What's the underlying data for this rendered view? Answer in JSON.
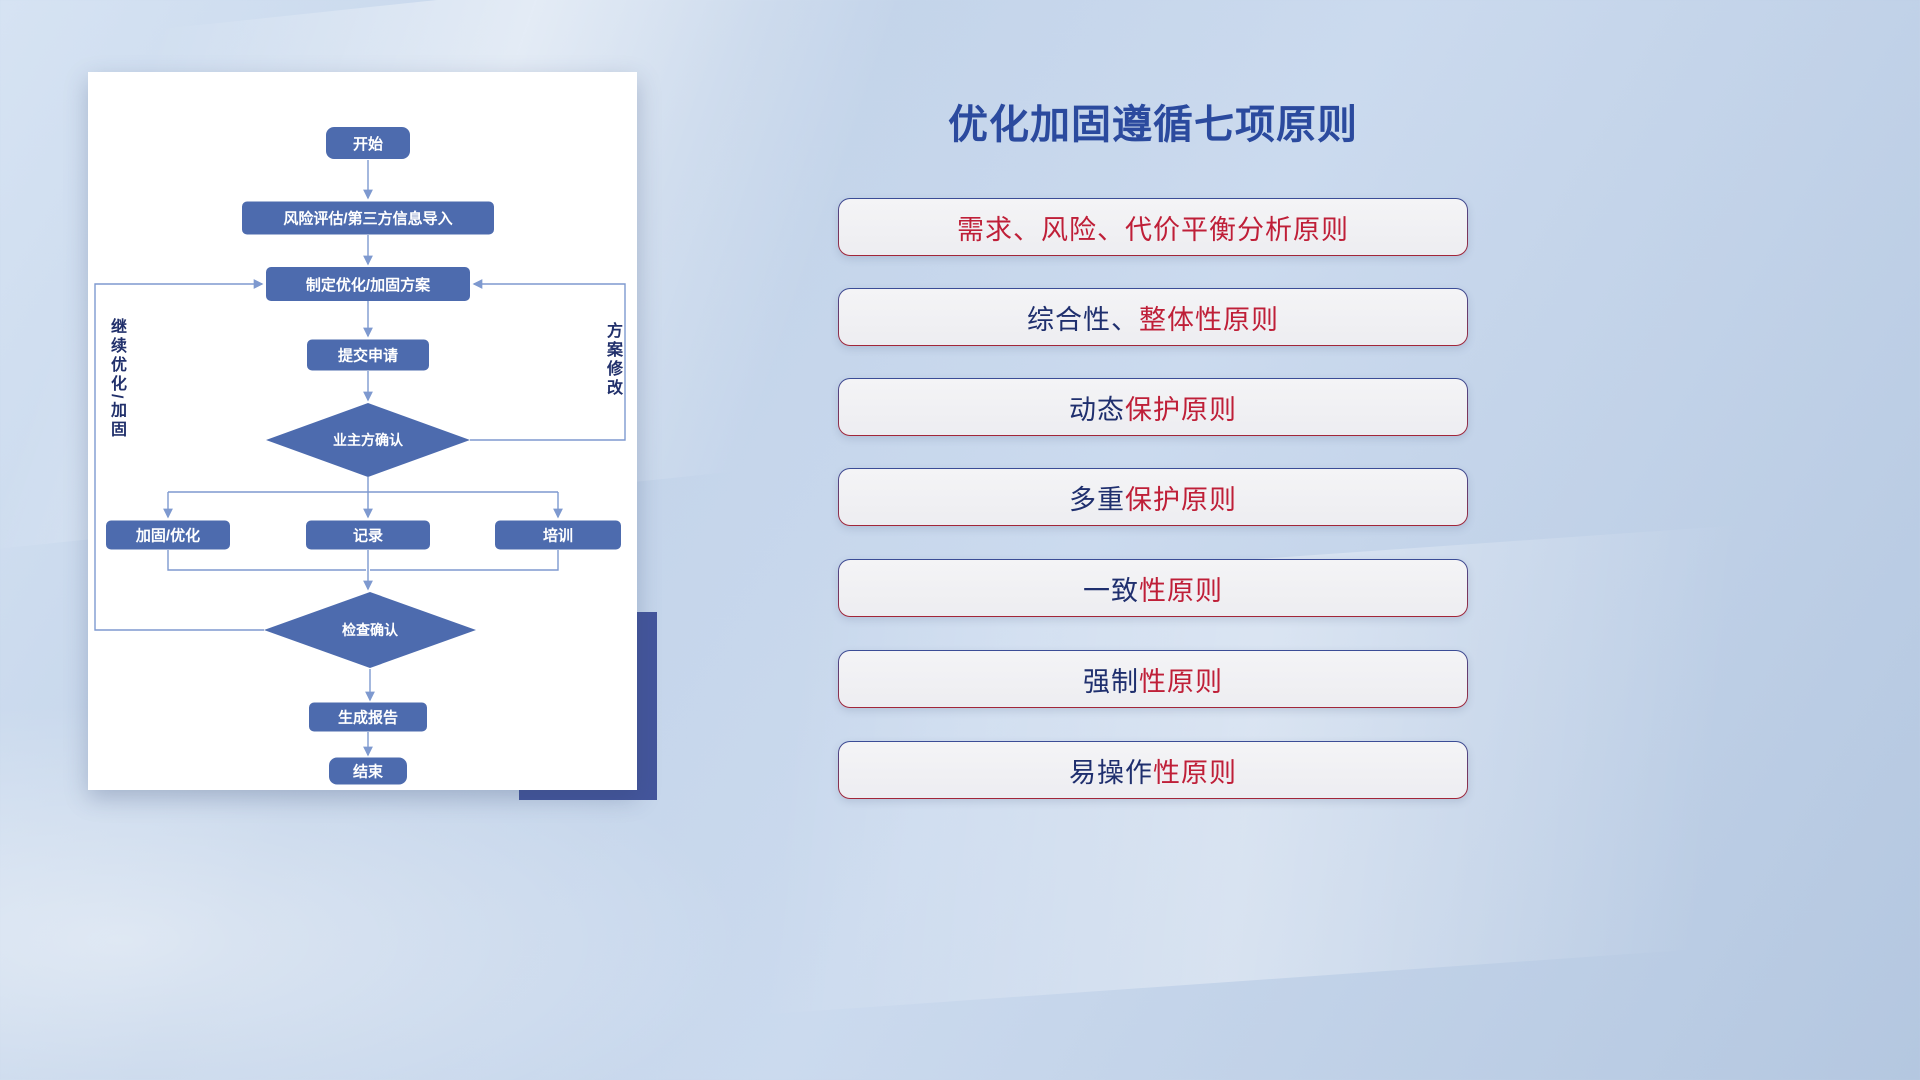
{
  "slide": {
    "title": "优化加固遵循七项原则"
  },
  "flowchart": {
    "nodes": {
      "start": "开始",
      "risk_import": "风险评估/第三方信息导入",
      "make_plan": "制定优化/加固方案",
      "submit": "提交申请",
      "owner_confirm": "业主方确认",
      "reinforce": "加固/优化",
      "record": "记录",
      "training": "培训",
      "check_confirm": "检查确认",
      "report": "生成报告",
      "end": "结束"
    },
    "loop_labels": {
      "left": "继续优化/加固",
      "right": "方案修改"
    }
  },
  "principles": [
    {
      "prefix": "",
      "suffix": "需求、风险、代价平衡分析原则"
    },
    {
      "prefix": "综合性、",
      "suffix": "整体性原则"
    },
    {
      "prefix": "动态",
      "suffix": "保护原则"
    },
    {
      "prefix": "多重",
      "suffix": "保护原则"
    },
    {
      "prefix": "一致",
      "suffix": "性原则"
    },
    {
      "prefix": "强制",
      "suffix": "性原则"
    },
    {
      "prefix": "易操作",
      "suffix": "性原则"
    }
  ],
  "colors": {
    "node_fill": "#4d6bae",
    "connector": "#7e99cf",
    "title": "#2b4a9e",
    "principle_navy": "#1f2f6e",
    "principle_red": "#bf1f38",
    "card_shadow_block": "#44569c"
  }
}
